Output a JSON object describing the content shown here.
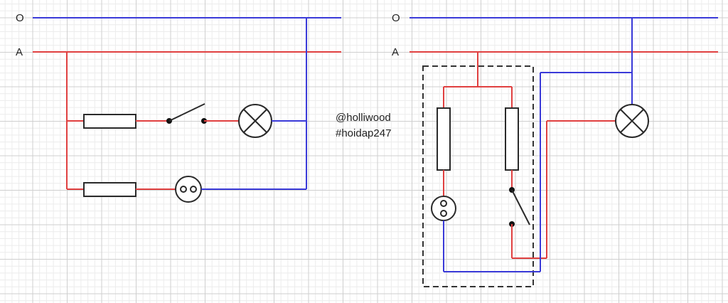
{
  "wire_labels": {
    "neutral": "O",
    "phase": "A"
  },
  "watermark": {
    "line1": "@holliwood",
    "line2": "#hoidap247"
  },
  "colors": {
    "phase_wire": "#e04040",
    "neutral_wire": "#3a3ad8",
    "components": "#2a2a2a",
    "grid_minor": "#ececec",
    "grid_major": "#cfcfcf",
    "panel_border": "#333333"
  },
  "icons": [
    "fuse-icon",
    "switch-icon",
    "lamp-icon",
    "socket-icon"
  ]
}
